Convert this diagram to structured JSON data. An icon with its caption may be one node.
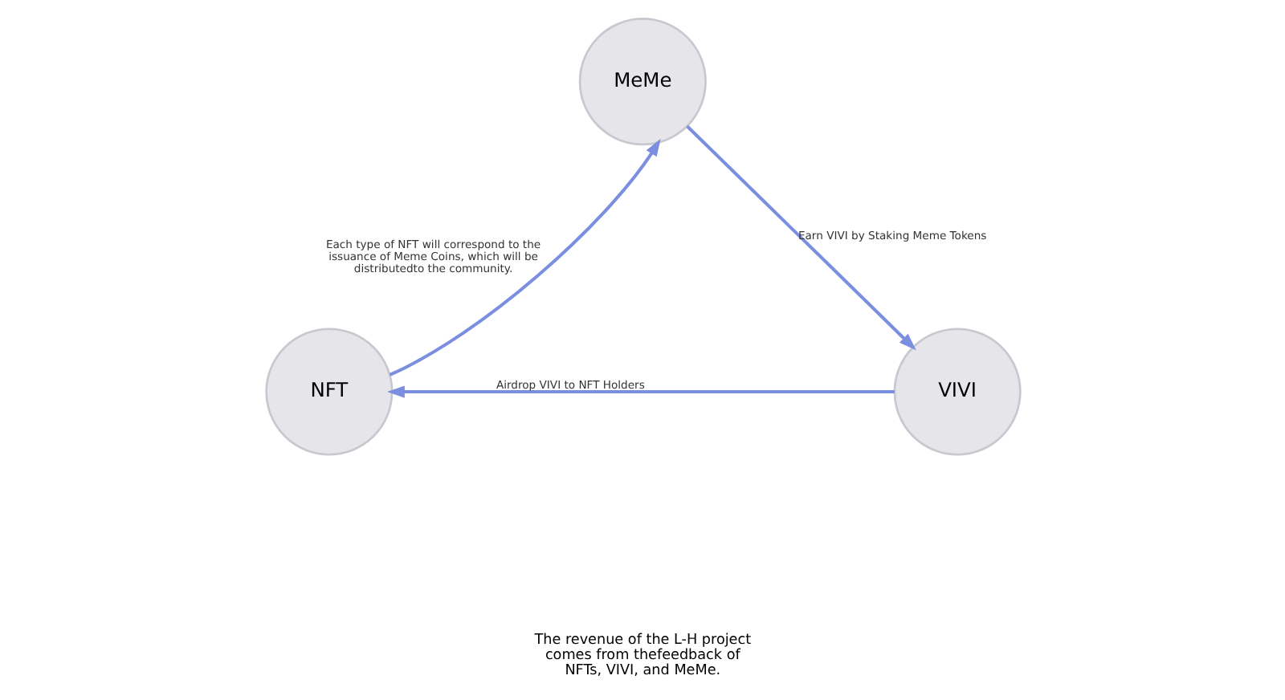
{
  "diagram": {
    "nodes": [
      {
        "text": [
          "MeMe"
        ]
      },
      {
        "text": [
          "NFT"
        ]
      },
      {
        "text": [
          "VIVI"
        ]
      }
    ],
    "edges": [
      {
        "from": 1,
        "to": 0,
        "arrow": "to",
        "label": "Each type of NFT will correspond to the issuance of Meme Coins, which will be distributedto the community."
      },
      {
        "from": 0,
        "to": 2,
        "arrow": "to",
        "label": "Earn VIVI by Staking Meme Tokens"
      },
      {
        "from": 2,
        "to": 1,
        "arrow": "to",
        "label": "Airdrop VIVI to NFT Holders"
      }
    ],
    "labels": [
      "The revenue of the L-H project comes from thefeedback of NFTs, VIVI, and MeMe."
    ]
  }
}
